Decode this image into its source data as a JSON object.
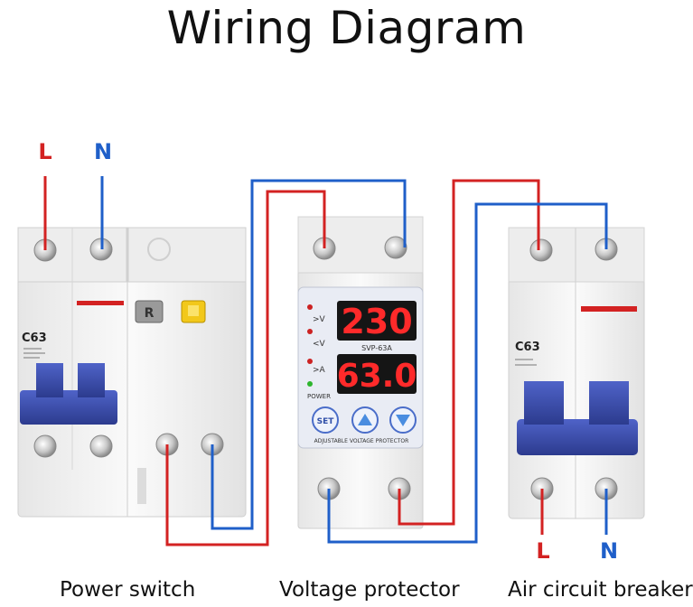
{
  "title": "Wiring Diagram",
  "captions": {
    "power_switch": "Power switch",
    "voltage_protector": "Voltage protector",
    "air_circuit_breaker": "Air circuit breaker"
  },
  "terminals": {
    "input_L": "L",
    "input_N": "N",
    "output_L": "L",
    "output_N": "N"
  },
  "power_switch": {
    "rating": "C63",
    "reset_button": "R"
  },
  "voltage_protector": {
    "model": "SVP-63A",
    "voltage_display": "230",
    "current_display": "63.0",
    "indicator_over_voltage": ">V",
    "indicator_under_voltage": "<V",
    "indicator_over_current": ">A",
    "indicator_power": "POWER",
    "set_button": "SET",
    "footer_text": "ADJUSTABLE VOLTAGE PROTECTOR"
  },
  "air_circuit_breaker": {
    "rating": "C63"
  },
  "colors": {
    "live_wire": "#d32222",
    "neutral_wire": "#1f5fc9",
    "handle_blue": "#3a4fb0",
    "display_red": "#ff2a2a",
    "module_body": "#f3f3f3"
  }
}
